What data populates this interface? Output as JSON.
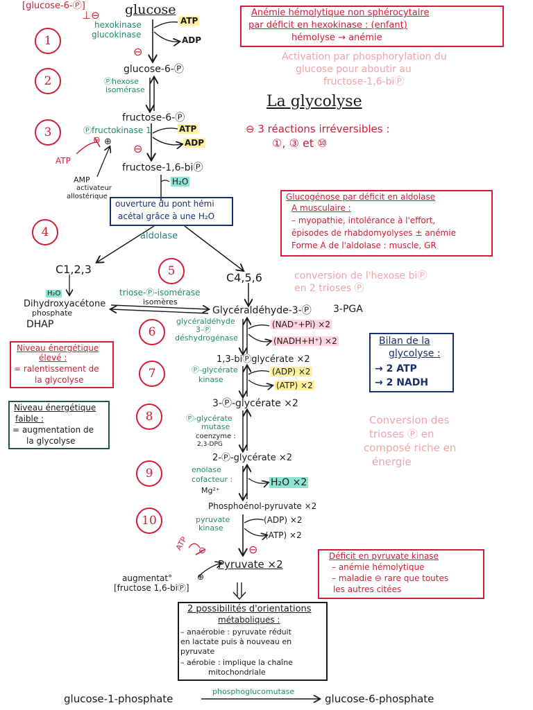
{
  "top": {
    "retro_note": "[glucose-6-Ⓟ]",
    "glucose": "glucose",
    "enzyme_1": "hexokinase",
    "enzyme_1b": "glucokinase",
    "atp_1": "ATP",
    "adp_1": "ADP",
    "g6p": "glucose-6-Ⓟ",
    "enzyme_2": "Ⓟhexose",
    "enzyme_2b": "isomérase",
    "f6p": "fructose-6-Ⓟ",
    "enzyme_3": "Ⓟfructokinase 1",
    "atp_3": "ATP",
    "adp_3": "ADP",
    "atp_left": "ATP",
    "amp": "AMP",
    "amp_2": "activateur",
    "amp_3": "allostérique",
    "f16bp": "fructose-1,6-biⓅ",
    "h2o": "H₂O"
  },
  "steps": [
    "1",
    "2",
    "3",
    "4",
    "5",
    "6",
    "7",
    "8",
    "9",
    "10"
  ],
  "box_anemie": {
    "line1": "Anémie hémolytique non sphérocytaire",
    "line2": "par déficit en hexokinase : (enfant)",
    "line3": "hémolyse → anémie"
  },
  "pink_notes": {
    "activation": [
      "Activation par phosphorylation du",
      "glucose pour aboutir au",
      "fructose-1,6-biⓅ"
    ],
    "conversion": [
      "conversion de l'hexose biⓅ",
      "en 2 trioses Ⓟ"
    ],
    "conversion2": [
      "Conversion des",
      "trioses Ⓟ en",
      "composé riche en",
      "énergie"
    ]
  },
  "title": "La glycolyse",
  "irreversible": {
    "line1": "⊖ 3 réactions irréversibles :",
    "line2": "①, ③ et ⑩"
  },
  "box_ouverture": {
    "line1": "ouverture du pont hémi",
    "line2": "acétal grâce à une H₂O"
  },
  "aldolase": "aldolase",
  "box_aldolase": {
    "line1": "Glucogénose par déficit en aldolase",
    "line2": "A musculaire :",
    "line3": "– myopathie, intolérance à l'effort,",
    "line4": "épisodes de rhabdomyolyses ± anémie",
    "line5": "Forme A de l'aldolase : muscle, GR"
  },
  "split": {
    "c123": "C1,2,3",
    "c456": "C4,5,6",
    "h2o": "H₂O",
    "dhap1": "Dihydroxyacétone",
    "dhap2": "phosphate",
    "dhap3": "DHAP",
    "tim1": "triose-Ⓟ-isomérase",
    "tim2": "isomères",
    "gap": "Glycéraldéhyde-3-Ⓟ",
    "pga": "3-PGA"
  },
  "step6": {
    "enzyme1": "glycéraldéhyde",
    "enzyme2": "3-Ⓟ",
    "enzyme3": "déshydrogénase",
    "nad": "(NAD⁺+Pi) ×2",
    "nadh": "(NADH+H⁺) ×2",
    "product": "1,3-biⓅglycérate ×2"
  },
  "step7": {
    "enzyme1": "Ⓟ-glycérate",
    "enzyme2": "kinase",
    "adp": "(ADP) ×2",
    "atp": "(ATP) ×2",
    "product": "3-Ⓟ-glycérate ×2"
  },
  "step8": {
    "enzyme1": "Ⓟ-glycérate",
    "enzyme2": "mutase",
    "enzyme3": "coenzyme :",
    "enzyme4": "2,3-DPG",
    "product": "2-Ⓟ-glycérate ×2"
  },
  "step9": {
    "enzyme1": "enolase",
    "enzyme2": "cofacteur :",
    "enzyme3": "Mg²⁺",
    "h2o": "H₂O ×2",
    "product": "Phosphoénol-pyruvate ×2"
  },
  "step10": {
    "enzyme1": "pyruvate",
    "enzyme2": "kinase",
    "adp": "(ADP) ×2",
    "atp": "(ATP) ×2",
    "atp_left": "ATP",
    "product": "Pyruvate ×2",
    "aug1": "augmentat°",
    "aug2": "[fructose 1,6-biⓅ]"
  },
  "box_high": {
    "title1": "Niveau énergétique",
    "title2": "élevé :",
    "line1": "= ralentissement de",
    "line2": "la glycolyse"
  },
  "box_low": {
    "title1": "Niveau énergétique",
    "title2": "faible :",
    "line1": "= augmentation de",
    "line2": "la glycolyse"
  },
  "box_bilan": {
    "title1": "Bilan de la",
    "title2": "glycolyse :",
    "line1": "→ 2 ATP",
    "line2": "→ 2 NADH"
  },
  "box_pk": {
    "title": "Déficit en pyruvate kinase",
    "line1": "– anémie hémolytique",
    "line2": "– maladie ⊖ rare que toutes",
    "line3": "les autres citées"
  },
  "box_bottom": {
    "title1": "2 possibilités d'orientations",
    "title2": "métaboliques :",
    "line1": "– anaérobie : pyruvate réduit",
    "line2": "en lactate puis à nouveau en",
    "line3": "pyruvate",
    "line4": "– aérobie : implique la chaîne",
    "line5": "mitochondriale"
  },
  "footer": {
    "left": "glucose-1-phosphate",
    "enzyme": "phosphoglucomutase",
    "right": "glucose-6-phosphate"
  },
  "colors": {
    "red": "#d21b36",
    "green": "#1f8a6e",
    "navy": "#1a2f6e",
    "pink": "#f2a3a6",
    "teal_hl": "#8fe3d3"
  }
}
